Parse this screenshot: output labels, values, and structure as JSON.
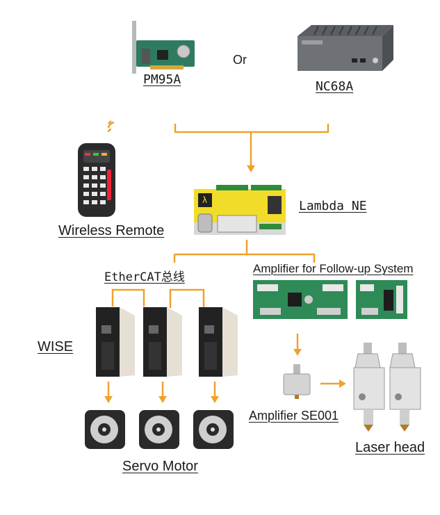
{
  "nodes": {
    "pm95a": "PM95A",
    "or": "Or",
    "nc68a": "NC68A",
    "lambda": "Lambda NE",
    "wireless": "Wireless Remote",
    "ethercat": "EtherCAT总线",
    "amplifier_followup": "Amplifier for Follow-up System",
    "wise": "WISE",
    "amplifier_se001": "Amplifier SE001",
    "servo": "Servo Motor",
    "laser": "Laser head"
  },
  "colors": {
    "connector": "#F0A12A",
    "controller_yellow": "#F2DC2A",
    "pcb_green": "#2E8B57"
  },
  "icons": [
    "pcie-card",
    "industrial-pc",
    "wireless-remote",
    "wifi-signal",
    "lambda-controller",
    "pcb-board",
    "servo-drive",
    "servo-motor",
    "amplifier-module",
    "laser-head"
  ]
}
